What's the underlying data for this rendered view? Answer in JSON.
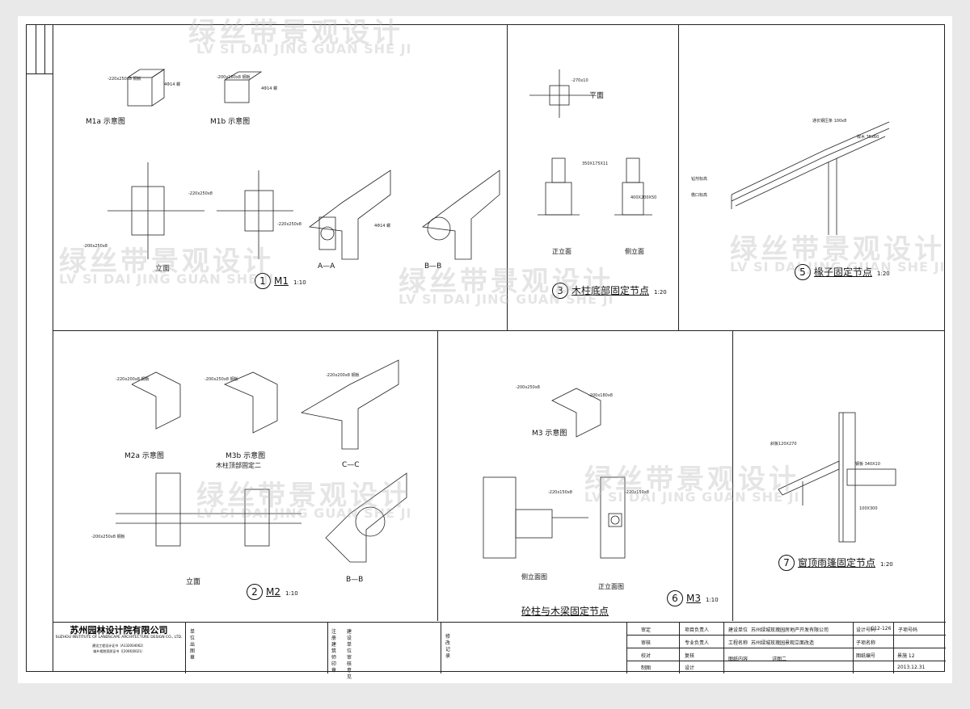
{
  "watermark": {
    "cn": "绿丝带景观设计",
    "en": "LV SI DAI JING GUAN SHE JI"
  },
  "details": [
    {
      "num": "1",
      "title": "M1",
      "scale": "1:10"
    },
    {
      "num": "3",
      "title": "木柱底部固定节点",
      "scale": "1:20"
    },
    {
      "num": "5",
      "title": "椽子固定节点",
      "scale": "1:20"
    },
    {
      "num": "2",
      "title": "M2",
      "scale": "1:10"
    },
    {
      "num": "6",
      "title": "M3",
      "scale": "1:10"
    },
    {
      "num": "7",
      "title": "窗顶雨篷固定节点",
      "scale": "1:20"
    }
  ],
  "sub_labels": {
    "m1a": "M1a 示意图",
    "m1b": "M1b 示意图",
    "m1_elev": "立面",
    "aa": "A—A",
    "bb": "B—B",
    "plan": "平面",
    "front": "正立面",
    "side": "侧立面",
    "m2a": "M2a 示意图",
    "m3b": "M3b 示意图",
    "m3b_sub": "木柱顶部固定二",
    "cc": "C—C",
    "m2_elev": "立面",
    "m2_bb": "B—B",
    "m3": "M3 示意图",
    "side_view": "侧立面图",
    "front_view": "正立面图",
    "m3_title": "砼柱与木梁固定节点"
  },
  "title_block": {
    "company": "苏州园林设计院有限公司",
    "company_en": "SUZHOU INSTITUTE OF LANDSCAPE ARCHITECTURE DESIGN CO., LTD.",
    "cert1": "建设工程设计证书（A132004062）",
    "cert2": "城乡规划资质证书（[2006]0021）",
    "col1": "单位出图章",
    "col2": "注册建筑师印章",
    "col3": "建设单位审核意见",
    "col4": "修改记录",
    "rows": [
      "审定",
      "审核",
      "项目负责人",
      "校对",
      "设计",
      "制图"
    ],
    "roles": [
      "项目负责人",
      "专业负责人",
      "复核",
      "设计"
    ],
    "client_label": "建设单位",
    "client": "苏州绿城玫瑰园房地产开发有限公司",
    "project_label": "工程名称",
    "project": "苏州绿城玫瑰园景观立面改造",
    "drawing_label": "图纸内容",
    "drawing": "详图二",
    "design_no_label": "设计号码",
    "design_no": "C12-126",
    "sub_no_label": "子项号码",
    "sub_item_label": "子项名称",
    "sheet_no_label": "图纸编号",
    "sheet_no": "景施 12",
    "date": "2013.12.31"
  }
}
